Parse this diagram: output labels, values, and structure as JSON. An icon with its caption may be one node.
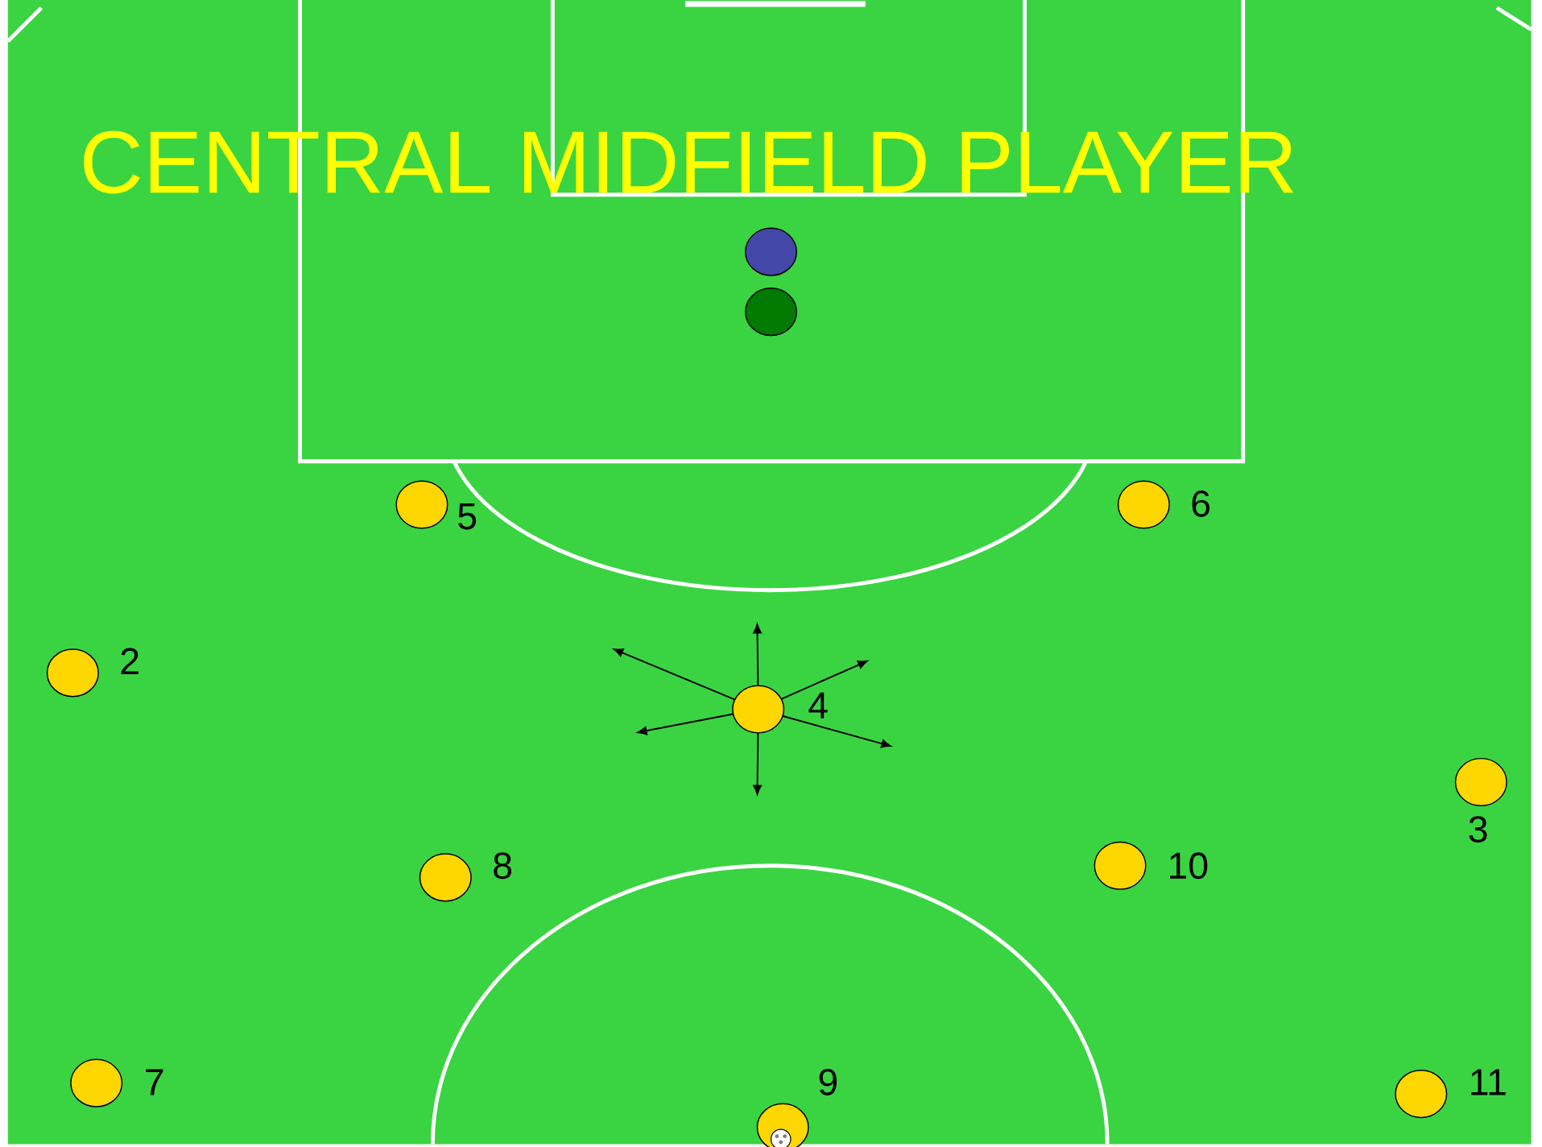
{
  "diagram": {
    "title": "CENTRAL MIDFIELD PLAYER",
    "nodes": [
      {
        "text": [],
        "shape": "circle"
      },
      {
        "text": [],
        "shape": "circle"
      },
      {
        "text": [],
        "shape": "circle",
        "beside": [
          "5"
        ]
      },
      {
        "text": [],
        "shape": "circle",
        "beside": [
          "6"
        ]
      },
      {
        "text": [],
        "shape": "circle",
        "beside": [
          "2"
        ]
      },
      {
        "text": [],
        "shape": "circle",
        "beside": [
          "4"
        ]
      },
      {
        "text": [],
        "shape": "circle",
        "beside": [
          "3"
        ]
      },
      {
        "text": [],
        "shape": "circle",
        "beside": [
          "8"
        ]
      },
      {
        "text": [],
        "shape": "circle",
        "beside": [
          "10"
        ]
      },
      {
        "text": [],
        "shape": "circle",
        "beside": [
          "7"
        ]
      },
      {
        "text": [],
        "shape": "circle",
        "beside": [
          "9"
        ]
      },
      {
        "text": [],
        "shape": "circle",
        "beside": [
          "11"
        ]
      }
    ]
  }
}
